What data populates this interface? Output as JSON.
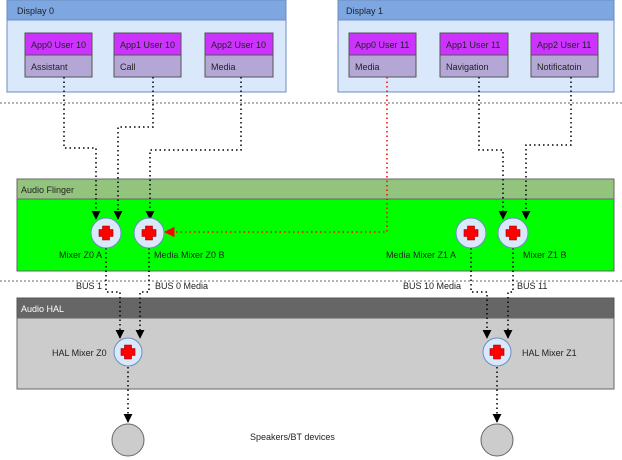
{
  "displays": [
    {
      "title": "Display 0",
      "apps": [
        {
          "user": "App0 User 10",
          "role": "Assistant"
        },
        {
          "user": "App1 User 10",
          "role": "Call"
        },
        {
          "user": "App2 User 10",
          "role": "Media"
        }
      ]
    },
    {
      "title": "Display 1",
      "apps": [
        {
          "user": "App0 User 11",
          "role": "Media"
        },
        {
          "user": "App1 User 11",
          "role": "Navigation"
        },
        {
          "user": "App2 User 11",
          "role": "Notificatoin"
        }
      ]
    }
  ],
  "audio_flinger": {
    "title": "Audio Flinger",
    "mixers": [
      "Mixer Z0 A",
      "Media Mixer Z0 B",
      "Media Mixer Z1 A",
      "Mixer Z1 B"
    ]
  },
  "buses": [
    "BUS 1",
    "BUS 0 Media",
    "BUS 10 Media",
    "BUS 11"
  ],
  "audio_hal": {
    "title": "Audio HAL",
    "mixers": [
      "HAL Mixer Z0",
      "HAL Mixer Z1"
    ]
  },
  "output_label": "Speakers/BT devices",
  "colors": {
    "display_bg": "#dae8fc",
    "display_header": "#7ea6e0",
    "app_user_bg": "#cc33ff",
    "app_role_bg": "#b4a7d6",
    "flinger_header": "#93c47d",
    "flinger_body": "#00ff00",
    "hal_header": "#666666",
    "hal_body": "#cccccc",
    "mixer_fill": "#dae8fc",
    "plus_red": "#ff0000",
    "connector": "#000000",
    "highlight_connector": "#ff0000",
    "output_fill": "#cccccc"
  }
}
